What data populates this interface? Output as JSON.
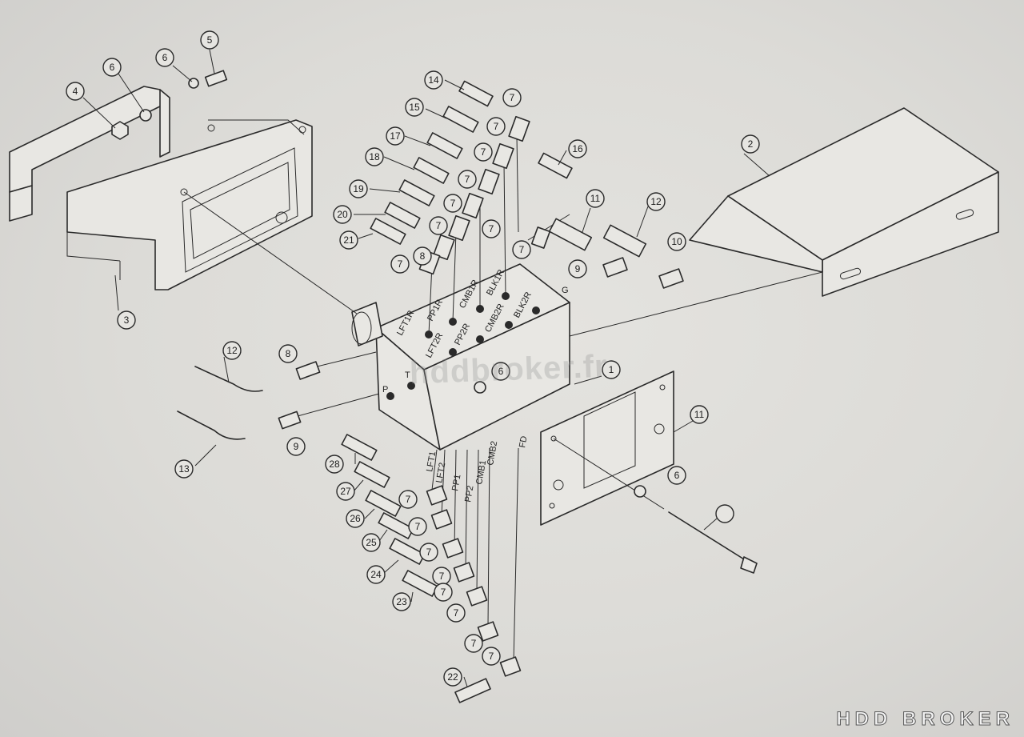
{
  "watermark": "hddbroker.fr",
  "brand": "HDD BROKER",
  "callouts": [
    {
      "n": "1"
    },
    {
      "n": "2"
    },
    {
      "n": "3"
    },
    {
      "n": "4"
    },
    {
      "n": "5"
    },
    {
      "n": "6"
    },
    {
      "n": "6"
    },
    {
      "n": "6"
    },
    {
      "n": "6"
    },
    {
      "n": "7"
    },
    {
      "n": "7"
    },
    {
      "n": "7"
    },
    {
      "n": "7"
    },
    {
      "n": "7"
    },
    {
      "n": "7"
    },
    {
      "n": "7"
    },
    {
      "n": "7"
    },
    {
      "n": "7"
    },
    {
      "n": "7"
    },
    {
      "n": "7"
    },
    {
      "n": "7"
    },
    {
      "n": "7"
    },
    {
      "n": "7"
    },
    {
      "n": "7"
    },
    {
      "n": "7"
    },
    {
      "n": "7"
    },
    {
      "n": "8"
    },
    {
      "n": "8"
    },
    {
      "n": "9"
    },
    {
      "n": "9"
    },
    {
      "n": "10"
    },
    {
      "n": "11"
    },
    {
      "n": "11"
    },
    {
      "n": "12"
    },
    {
      "n": "12"
    },
    {
      "n": "13"
    },
    {
      "n": "14"
    },
    {
      "n": "15"
    },
    {
      "n": "16"
    },
    {
      "n": "17"
    },
    {
      "n": "18"
    },
    {
      "n": "19"
    },
    {
      "n": "20"
    },
    {
      "n": "21"
    },
    {
      "n": "22"
    },
    {
      "n": "23"
    },
    {
      "n": "24"
    },
    {
      "n": "25"
    },
    {
      "n": "26"
    },
    {
      "n": "27"
    },
    {
      "n": "28"
    }
  ],
  "port_labels": {
    "top_row1": [
      "LFT1R",
      "PP1R",
      "CMB1R",
      "BLK1R"
    ],
    "top_row2": [
      "LFT2R",
      "PP2R",
      "CMB2R",
      "BLK2R"
    ],
    "side": [
      "P",
      "T",
      "G"
    ],
    "bottom": [
      "LFT1",
      "LFT2",
      "PP1",
      "PP2",
      "CMB1",
      "CMB2",
      "FD"
    ]
  }
}
